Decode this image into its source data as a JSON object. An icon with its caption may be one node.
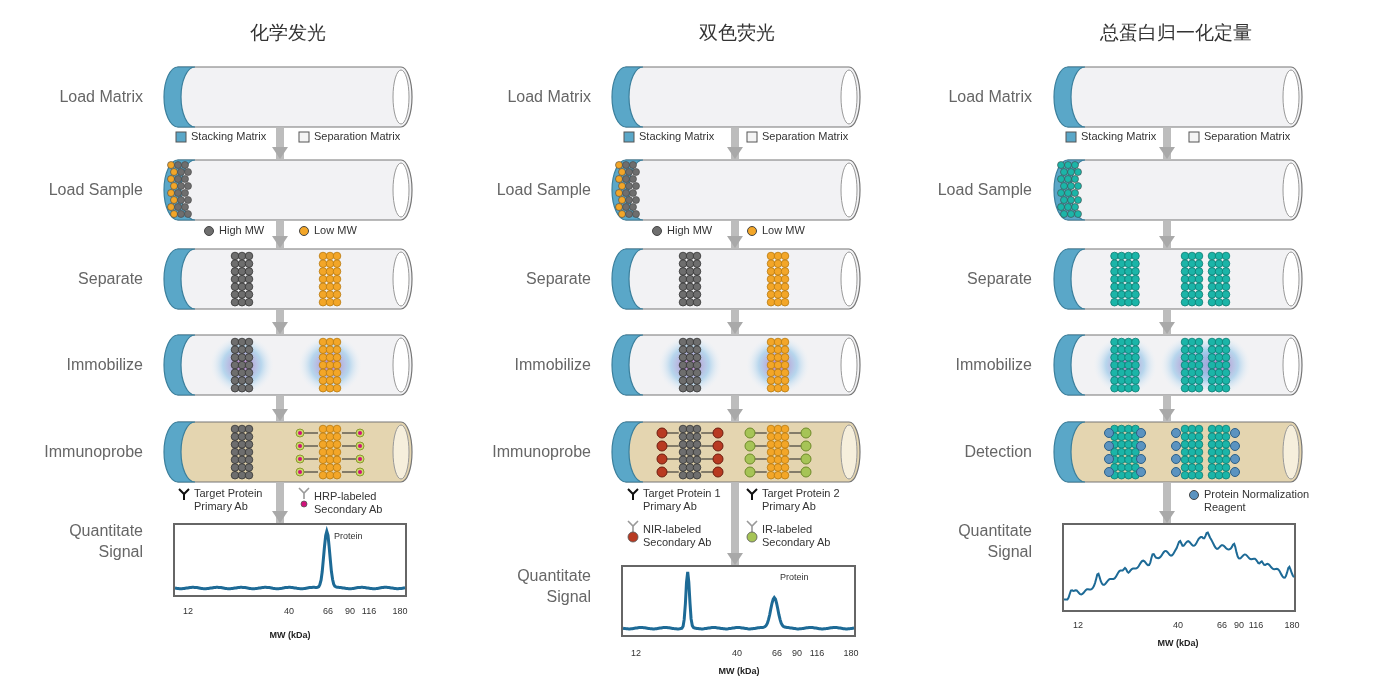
{
  "diagram": {
    "nodes": [
      {
        "text": [],
        "shape": "picture"
      },
      {
        "text": [],
        "shape": "picture"
      },
      {
        "text": [],
        "shape": "picture"
      },
      {
        "text": [],
        "shape": "picture"
      },
      {
        "text": [],
        "shape": "picture"
      },
      {
        "text": [],
        "shape": "picture"
      },
      {
        "text": [],
        "shape": "picture"
      },
      {
        "text": [],
        "shape": "picture"
      },
      {
        "text": [],
        "shape": "picture"
      },
      {
        "text": [],
        "shape": "picture"
      },
      {
        "text": [],
        "shape": "picture"
      },
      {
        "text": [],
        "shape": "picture"
      },
      {
        "text": [],
        "shape": "picture"
      },
      {
        "text": [],
        "shape": "picture"
      },
      {
        "text": [],
        "shape": "picture"
      },
      {
        "text": [],
        "shape": "picture"
      },
      {
        "text": [],
        "shape": "picture"
      },
      {
        "text": [],
        "shape": "picture"
      }
    ],
    "edges": [
      {
        "from": 0,
        "to": 1,
        "arrow": "to"
      },
      {
        "from": 1,
        "to": 2,
        "arrow": "to"
      },
      {
        "from": 2,
        "to": 3,
        "arrow": "to"
      },
      {
        "from": 3,
        "to": 4,
        "arrow": "to"
      },
      {
        "from": 4,
        "to": 5,
        "arrow": "to"
      },
      {
        "from": 6,
        "to": 7,
        "arrow": "to"
      },
      {
        "from": 7,
        "to": 8,
        "arrow": "to"
      },
      {
        "from": 8,
        "to": 9,
        "arrow": "to"
      },
      {
        "from": 9,
        "to": 10,
        "arrow": "to"
      },
      {
        "from": 10,
        "to": 11,
        "arrow": "to"
      },
      {
        "from": 12,
        "to": 13,
        "arrow": "to"
      },
      {
        "from": 13,
        "to": 14,
        "arrow": "to"
      },
      {
        "from": 14,
        "to": 15,
        "arrow": "to"
      },
      {
        "from": 15,
        "to": 16,
        "arrow": "to"
      },
      {
        "from": 16,
        "to": 17,
        "arrow": "to"
      }
    ],
    "labels": [
      "化学发光",
      "Load Matrix",
      "Load Sample",
      "Separate",
      "Immobilize",
      "Immunoprobe",
      "Quantitate Signal",
      "Protein",
      "12",
      "40",
      "66",
      "90",
      "116",
      "180",
      "MW (kDa)",
      "双色荧光",
      "Load Matrix",
      "Load Sample",
      "Separate",
      "Immobilize",
      "Immunoprobe",
      "Quantitate Signal",
      "Protein",
      "12",
      "40",
      "66",
      "90",
      "116",
      "180",
      "MW (kDa)",
      "总蛋白归一化定量",
      "Load Matrix",
      "Load Sample",
      "Separate",
      "Immobilize",
      "Detection",
      "Quantitate Signal",
      "12",
      "40",
      "66",
      "90",
      "116",
      "180",
      "MW (kDa)"
    ],
    "legend": [
      {
        "text": "Stacking Matrix",
        "color": "#5aa7c8"
      },
      {
        "text": "Separation Matrix",
        "color": "#f4f4f4"
      },
      {
        "text": "High MW"
      },
      {
        "text": "Low MW"
      },
      {
        "text": "Target Protein Primary Ab"
      },
      {
        "text": "HRP-labeled Secondary Ab"
      },
      {
        "text": "Stacking Matrix",
        "color": "#5aa7c8"
      },
      {
        "text": "Separation Matrix",
        "color": "#f4f4f4"
      },
      {
        "text": "High MW"
      },
      {
        "text": "Low MW"
      },
      {
        "text": "Target Protein 1 Primary Ab"
      },
      {
        "text": "Target Protein 2 Primary Ab"
      },
      {
        "text": "NIR-labeled Secondary Ab"
      },
      {
        "text": "IR-labeled Secondary Ab"
      },
      {
        "text": "Stacking Matrix",
        "color": "#5aa7c8"
      },
      {
        "text": "Separation Matrix",
        "color": "#f4f4f4"
      },
      {
        "text": "Protein Normalization Reagent"
      }
    ]
  }
}
